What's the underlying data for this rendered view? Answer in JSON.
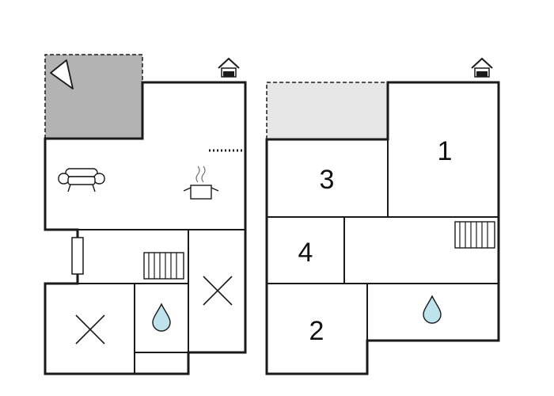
{
  "colors": {
    "wall": "#1a1a1a",
    "terrace_dark": "#b3b3b3",
    "terrace_light": "#e6e6e6",
    "water": "#bfe3ec",
    "background": "#ffffff"
  },
  "floors": [
    {
      "name": "ground-floor",
      "icons": [
        "entrance-house-icon",
        "sun-umbrella-icon",
        "sofa-icon",
        "cooking-pot-icon",
        "radiator-icon",
        "window-icon",
        "bathroom-water-drop-icon",
        "cross-icon",
        "cross-icon"
      ]
    },
    {
      "name": "upper-floor",
      "rooms": [
        {
          "number": "1"
        },
        {
          "number": "2"
        },
        {
          "number": "3"
        },
        {
          "number": "4"
        }
      ],
      "icons": [
        "entrance-house-icon",
        "radiator-icon",
        "bathroom-water-drop-icon"
      ]
    }
  ]
}
